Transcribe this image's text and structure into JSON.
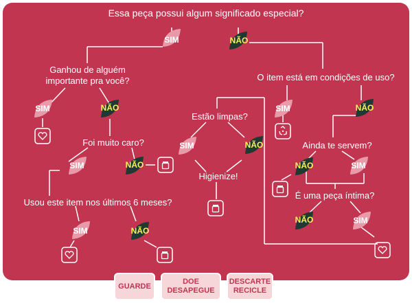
{
  "colors": {
    "background": "#c23551",
    "sim_leaf": "#e89aa8",
    "nao_leaf": "#1f3a33",
    "nao_text": "#f4f25a",
    "line": "#ffffff",
    "legend_bg": "#f6d6d8"
  },
  "questions": {
    "q1": "Essa peça possui algum significado especial?",
    "q2_line1": "Ganhou de alguém",
    "q2_line2": "importante pra você?",
    "q3": "O item está em condições de uso?",
    "q4": "Estão limpas?",
    "q5": "Foi muito caro?",
    "q6": "Higienize!",
    "q7": "Ainda te servem?",
    "q8": "Usou este item nos últimos 6 meses?",
    "q9": "É uma peça íntima?"
  },
  "labels": {
    "yes": "SIM",
    "no": "NÃO"
  },
  "icons": {
    "keep": "heart-icon",
    "donate": "jar-icon",
    "recycle": "recycle-icon"
  },
  "legend": {
    "keep": "GUARDE",
    "donate_line1": "DOE",
    "donate_line2": "DESAPEGUE",
    "discard_line1": "DESCARTE",
    "discard_line2": "RECICLE"
  }
}
